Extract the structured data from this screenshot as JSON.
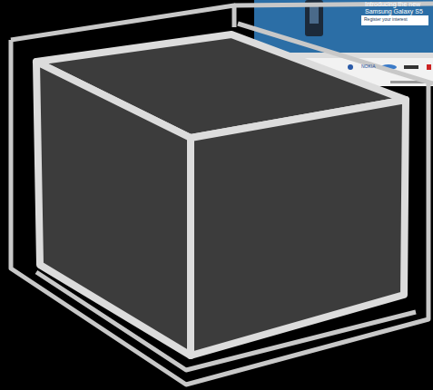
{
  "diagram": {
    "labels": [
      "Introducing the new",
      "Samsung Galaxy S5",
      "Register your interest",
      "NOKIA"
    ]
  }
}
